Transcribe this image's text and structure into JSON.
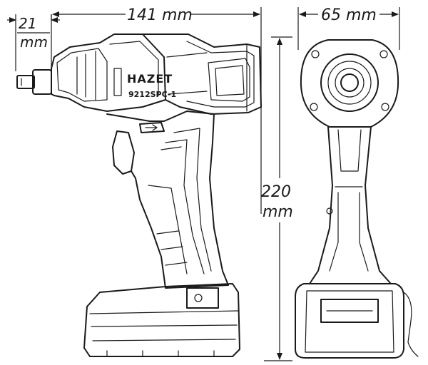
{
  "dimensions": {
    "length": "141 mm",
    "width": "65 mm",
    "height_value": "220",
    "height_unit": "mm",
    "drive_value": "21",
    "drive_unit": "mm"
  },
  "tool": {
    "brand": "HAZET",
    "model": "9212SPC-1"
  }
}
